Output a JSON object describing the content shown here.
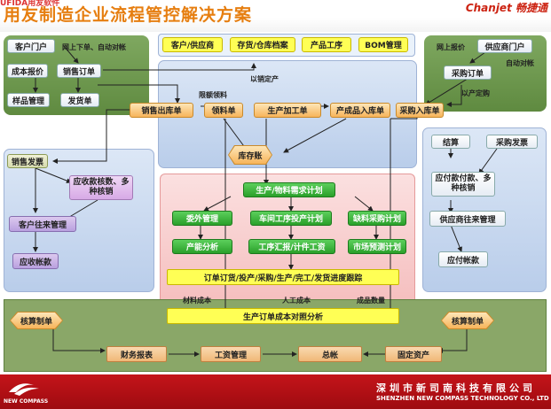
{
  "header": {
    "logo_text": "UFIDA用友软件",
    "title": "用友制造企业流程管控解决方案",
    "brand": "Chanjet 畅捷通"
  },
  "top_row": [
    "客户/供应商",
    "存货/仓库档案",
    "产品工序",
    "BOM管理"
  ],
  "left_top": {
    "portal": "客户门户",
    "note": "网上下单、自动对帐",
    "quote": "成本报价",
    "sales_order": "销售订单",
    "sample": "样品管理",
    "shipment": "发货单"
  },
  "right_top": {
    "note": "网上报价",
    "portal": "供应商门户",
    "auto": "自动对帐",
    "purchase_order": "采购订单",
    "by_production": "以产定购"
  },
  "middle": {
    "by_sales": "以销定产",
    "pick": "限额领料",
    "sales_out": "销售出库单",
    "picking": "领料单",
    "prod_process": "生产加工单",
    "finished_in": "产成品入库单",
    "purchase_in": "采购入库单",
    "inventory": "库存账"
  },
  "left_mid": {
    "sales_invoice": "销售发票",
    "receivable": "应收款核数、多种核销",
    "customer_ledger": "客户往来管理",
    "receivable_acct": "应收帐款"
  },
  "right_mid": {
    "settle": "结算",
    "purchase_invoice": "采购发票",
    "payable": "应付款付款、多种核销",
    "supplier_ledger": "供应商往来管理",
    "payable_acct": "应付帐款"
  },
  "center": {
    "mrp": "生产/物料需求计划",
    "outsource": "委外管理",
    "workshop": "车间工序投产计划",
    "material_purchase": "缺料采购计划",
    "capacity": "产能分析",
    "report": "工序汇报/计件工资",
    "forecast": "市场预测计划",
    "tracking": "订单订货/投产/采购/生产/完工/发货进度跟踪",
    "material_cost": "材料成本",
    "labor_cost": "人工成本",
    "finished_qty": "成品数量",
    "cost_analysis": "生产订单成本对照分析"
  },
  "bottom": {
    "accounting_left": "核算制单",
    "accounting_right": "核算制单",
    "finance_report": "财务报表",
    "payroll": "工资管理",
    "general_ledger": "总帐",
    "fixed_assets": "固定资产"
  },
  "footer": {
    "logo_text": "NEW COMPASS",
    "company_cn": "深圳市新司南科技有限公司",
    "company_en": "SHENZHEN NEW COMPASS TECHNOLOGY CO., LTD"
  },
  "colors": {
    "title": "#e67e10",
    "footer": "#b01016",
    "panel_blue": "#c8d8ef",
    "panel_green": "#6f9a4f",
    "panel_pink": "#f7c9c9"
  }
}
